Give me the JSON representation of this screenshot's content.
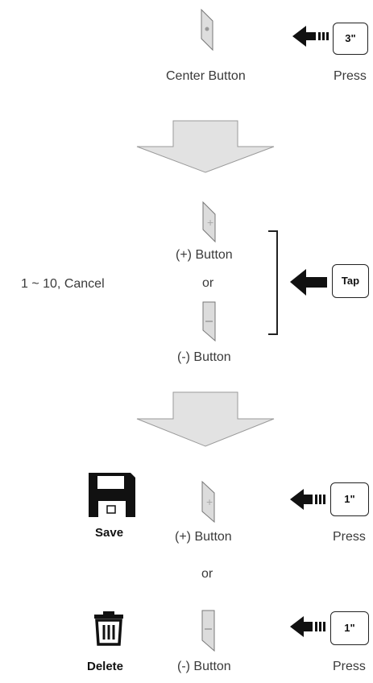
{
  "step1": {
    "button_label": "Center Button",
    "key_duration": "3\"",
    "action_label": "Press"
  },
  "step2": {
    "range_label": "1 ~ 10, Cancel",
    "plus_button_label": "(+) Button",
    "or_label": "or",
    "minus_button_label": "(-) Button",
    "key_label": "Tap"
  },
  "step3": {
    "save_label": "Save",
    "save_button_label": "(+) Button",
    "save_key_duration": "1\"",
    "save_action_label": "Press",
    "or_label": "or",
    "delete_label": "Delete",
    "delete_button_label": "(-) Button",
    "delete_key_duration": "1\"",
    "delete_action_label": "Press"
  }
}
